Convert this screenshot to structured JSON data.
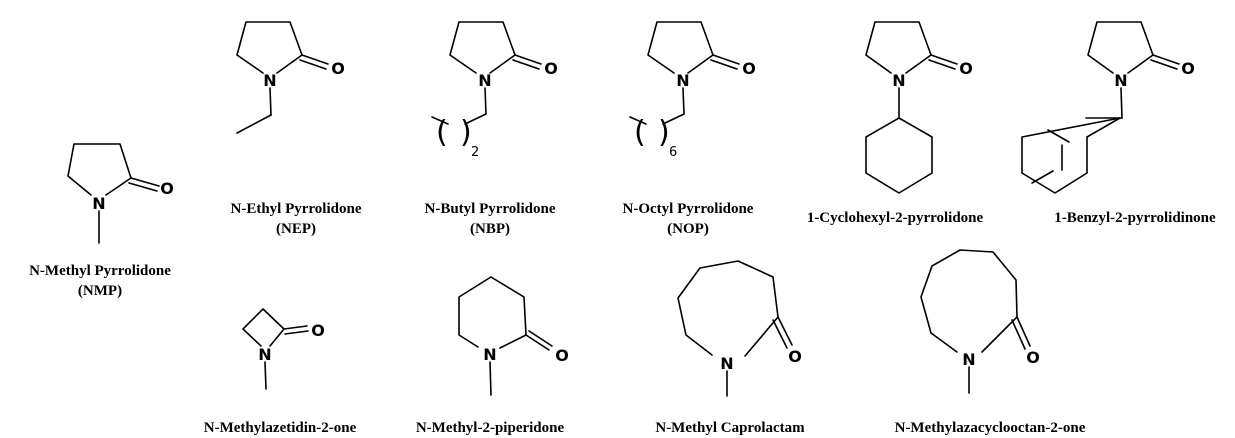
{
  "atoms": {
    "nitrogen": "N",
    "oxygen": "O"
  },
  "compounds": [
    {
      "name": "N-Methyl Pyrrolidone",
      "abbr": "(NMP)"
    },
    {
      "name": "N-Ethyl Pyrrolidone",
      "abbr": "(NEP)"
    },
    {
      "name": "N-Butyl Pyrrolidone",
      "abbr": "(NBP)",
      "repeat_count": "2"
    },
    {
      "name": "N-Octyl Pyrrolidone",
      "abbr": "(NOP)",
      "repeat_count": "6"
    },
    {
      "name": "1-Cyclohexyl-2-pyrrolidone"
    },
    {
      "name": "1-Benzyl-2-pyrrolidinone"
    },
    {
      "name": "N-Methylazetidin-2-one"
    },
    {
      "name": "N-Methyl-2-piperidone"
    },
    {
      "name": "N-Methyl Caprolactam"
    },
    {
      "name": "N-Methylazacyclooctan-2-one"
    }
  ]
}
